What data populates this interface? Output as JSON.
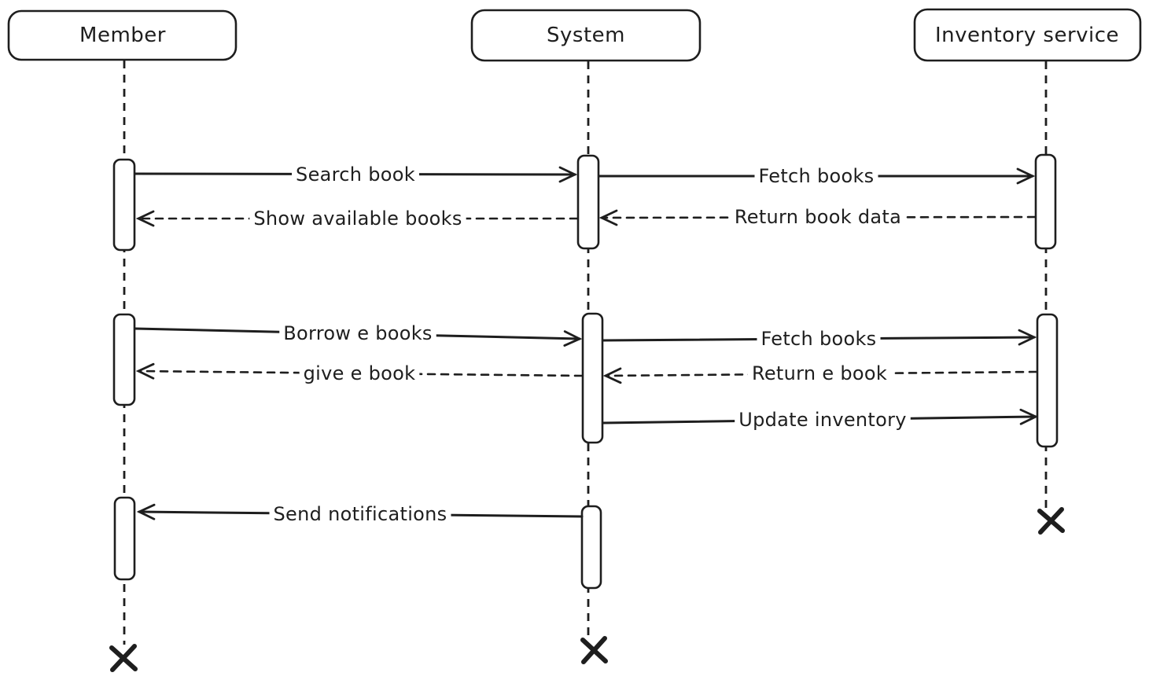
{
  "diagram": {
    "type": "sequence-diagram",
    "style": "hand-drawn",
    "colors": {
      "stroke": "#1e1e1e",
      "background": "#ffffff"
    },
    "actors": [
      {
        "id": "member",
        "label": "Member"
      },
      {
        "id": "system",
        "label": "System"
      },
      {
        "id": "inventory",
        "label": "Inventory service"
      }
    ],
    "messages": [
      {
        "label": "Search book",
        "from": "member",
        "to": "system",
        "line": "solid"
      },
      {
        "label": "Fetch books",
        "from": "system",
        "to": "inventory",
        "line": "solid"
      },
      {
        "label": "Show available books",
        "from": "system",
        "to": "member",
        "line": "dashed"
      },
      {
        "label": "Return book data",
        "from": "inventory",
        "to": "system",
        "line": "dashed"
      },
      {
        "label": "Borrow e books",
        "from": "member",
        "to": "system",
        "line": "solid"
      },
      {
        "label": "Fetch books",
        "from": "system",
        "to": "inventory",
        "line": "solid"
      },
      {
        "label": "give e book",
        "from": "system",
        "to": "member",
        "line": "dashed"
      },
      {
        "label": "Return e book",
        "from": "inventory",
        "to": "system",
        "line": "dashed"
      },
      {
        "label": "Update inventory",
        "from": "system",
        "to": "inventory",
        "line": "solid"
      },
      {
        "label": "Send notifications",
        "from": "system",
        "to": "member",
        "line": "solid"
      }
    ],
    "terminators": [
      {
        "actor": "member",
        "symbol": "x"
      },
      {
        "actor": "system",
        "symbol": "x"
      },
      {
        "actor": "inventory",
        "symbol": "x"
      }
    ]
  }
}
